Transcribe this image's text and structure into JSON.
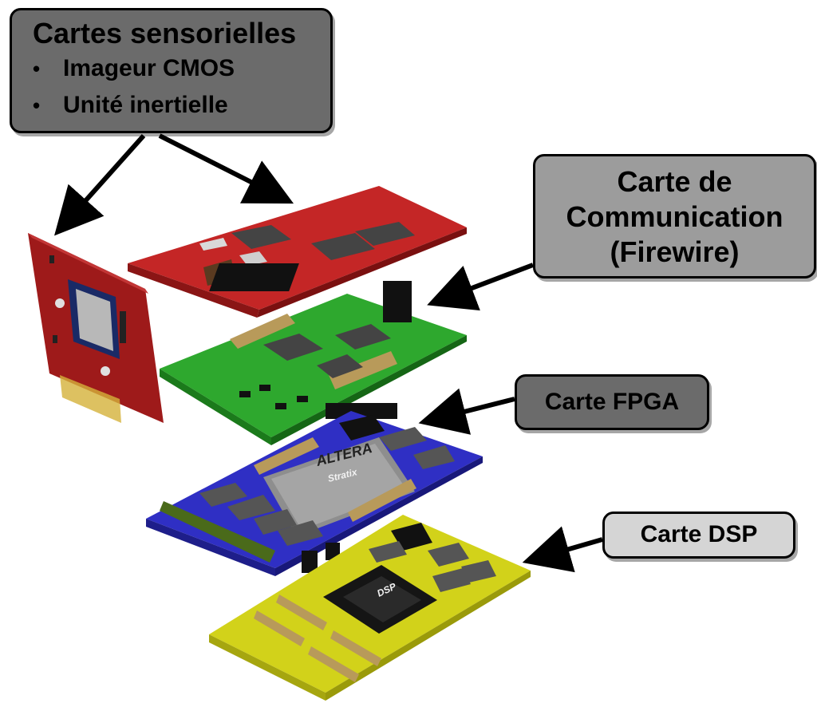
{
  "labels": {
    "sensor": {
      "title": "Cartes sensorielles",
      "items": [
        "Imageur CMOS",
        "Unité inertielle"
      ]
    },
    "communication": {
      "line1": "Carte de",
      "line2": "Communication",
      "line3": "(Firewire)"
    },
    "fpga": "Carte FPGA",
    "dsp": "Carte DSP"
  },
  "chip_marks": {
    "altera_brand": "ALTERA",
    "altera_model": "Stratix",
    "dsp_chip": "DSP"
  },
  "colors": {
    "sensor_board": "#b31e1e",
    "comm_board": "#2ea82e",
    "fpga_board": "#2f2fc4",
    "dsp_board": "#d2d21a",
    "label_dark": "#6b6b6b",
    "label_mid": "#9c9c9c",
    "label_light": "#d5d5d5"
  }
}
